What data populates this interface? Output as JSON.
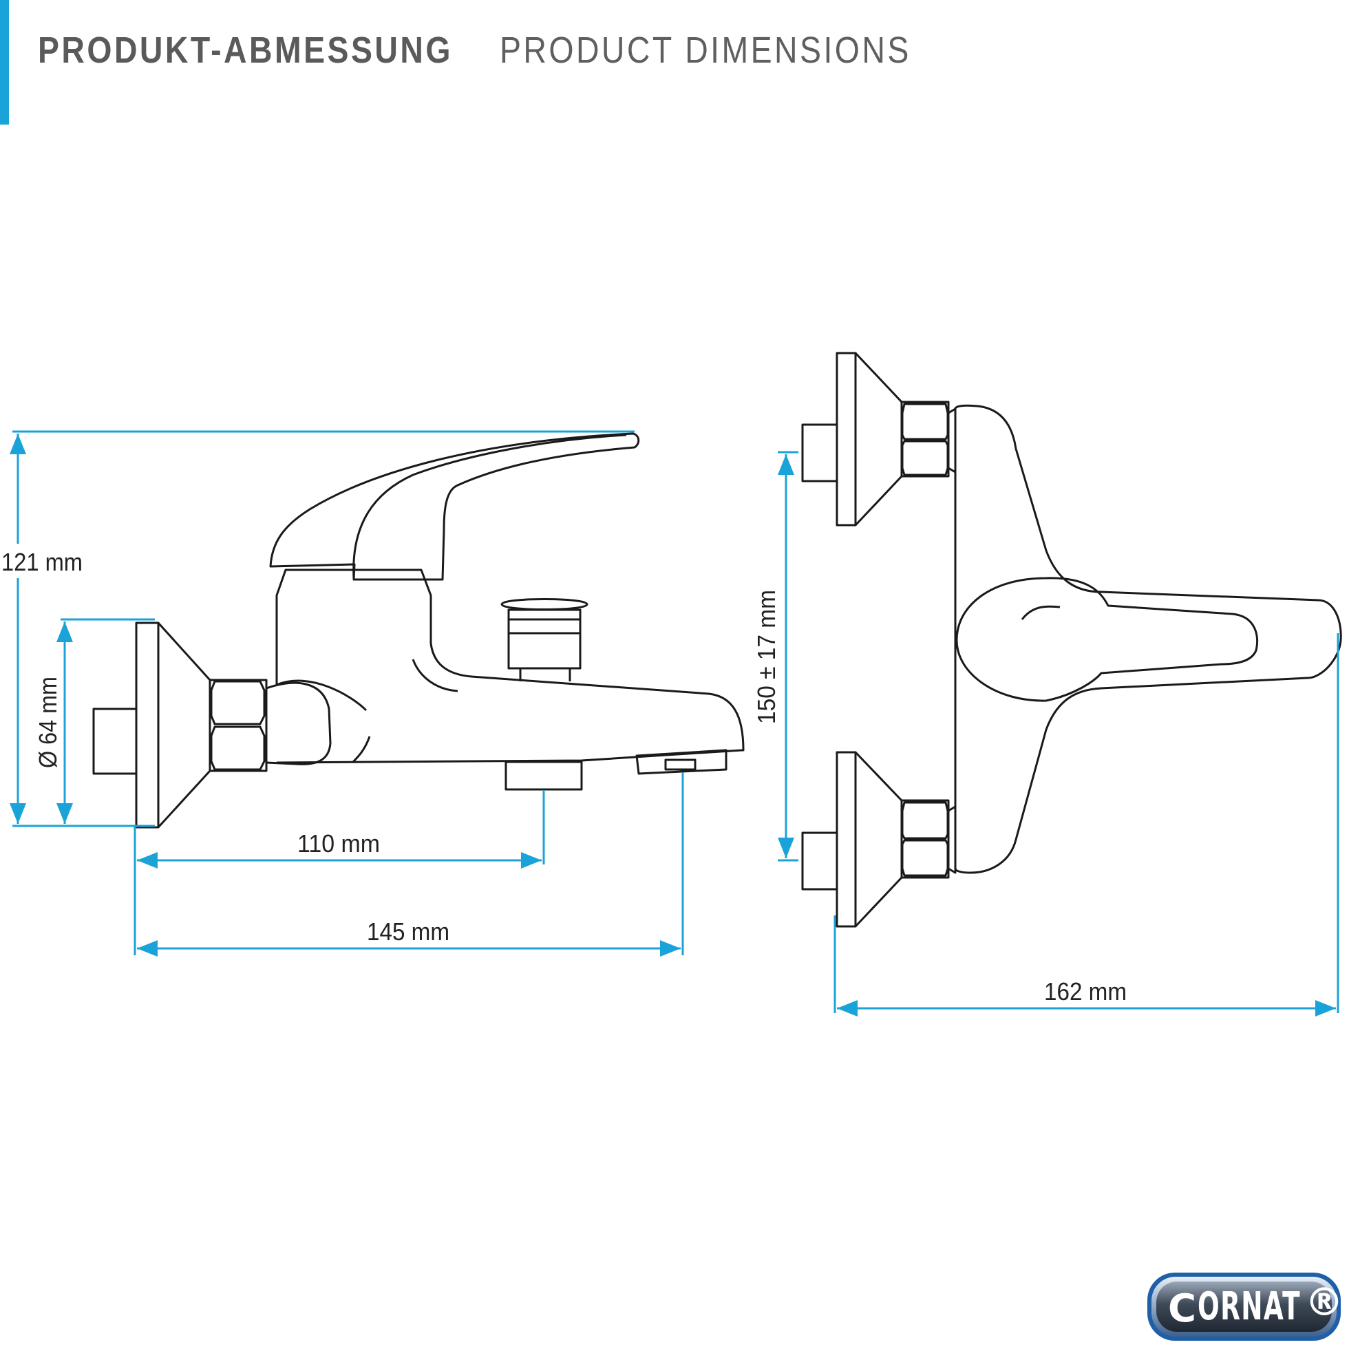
{
  "header": {
    "title_de": "PRODUKT-ABMESSUNG",
    "title_en": "PRODUCT DIMENSIONS"
  },
  "dimensions": {
    "height_total": "121 mm",
    "rosette_diameter": "Ø 64 mm",
    "depth_to_spout_outlet": "110 mm",
    "depth_to_spout_tip": "145 mm",
    "connection_spacing": "150 ± 17 mm",
    "total_width": "162 mm"
  },
  "brand": {
    "logo_text": "CORNAT",
    "logo_first_letter": "C",
    "logo_rest": "ORNAT",
    "registered": "®"
  },
  "colors": {
    "accent": "#1aa3d8",
    "dimension_line": "#1aa3d8",
    "drawing_line": "#1a1a1a",
    "title_text": "#5a5a5a",
    "logo_blue": "#1f5fa8"
  }
}
